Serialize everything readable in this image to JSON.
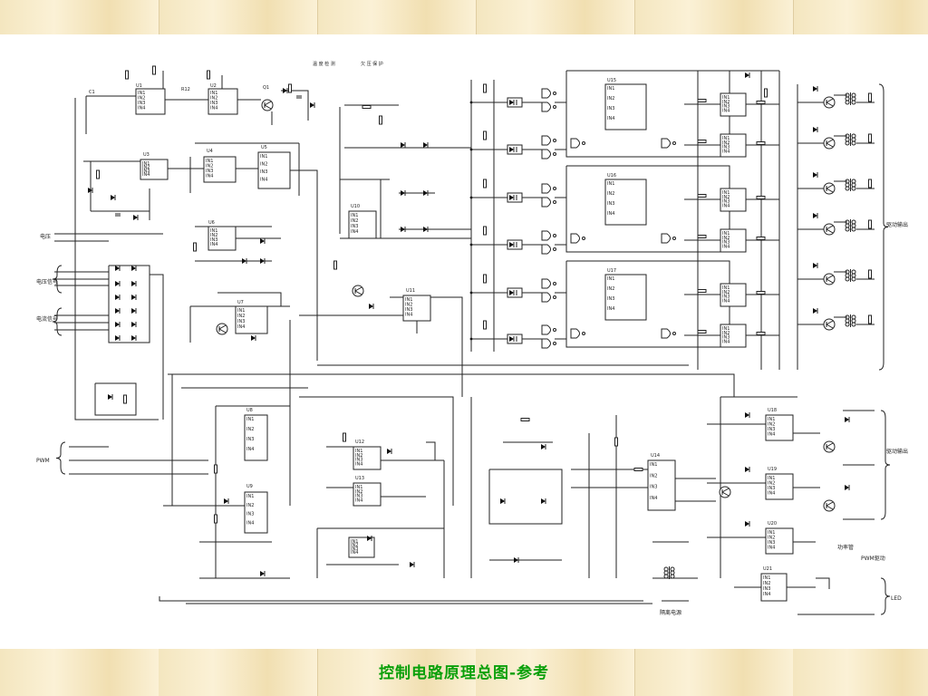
{
  "caption": "控制电路原理总图-参考",
  "labels": {
    "left_top": "电压",
    "left_mid1": "电压信号",
    "left_mid2": "电流信号",
    "left_bottom": "PWM",
    "right_top": "驱动输出",
    "right_mid": "驱动输出",
    "right_bottom1": "功率管",
    "right_bottom2": "PWM驱动",
    "right_bottom3": "LED",
    "bottom_center": "隔离电源",
    "top_mid1": "温 度 检 测",
    "top_mid2": "欠 压 保 护"
  },
  "colors": {
    "caption": "#0aa00a",
    "bar": "#f4e6bf",
    "ink": "#222222"
  }
}
